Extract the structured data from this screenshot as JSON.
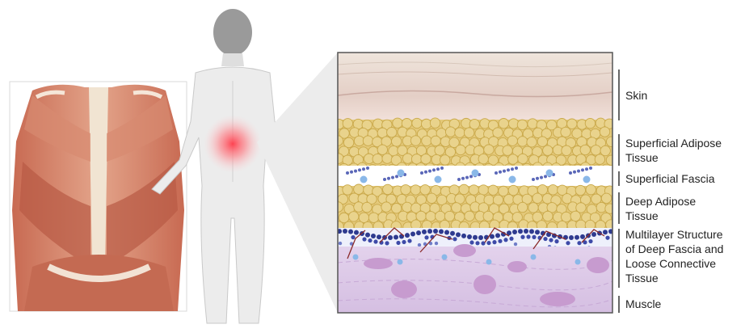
{
  "layer_labels": [
    {
      "id": "skin",
      "lines": [
        "Skin"
      ]
    },
    {
      "id": "superficial-adipose",
      "lines": [
        "Superficial Adipose",
        "Tissue"
      ]
    },
    {
      "id": "superficial-fascia",
      "lines": [
        "Superficial Fascia"
      ]
    },
    {
      "id": "deep-adipose",
      "lines": [
        "Deep Adipose",
        "Tissue"
      ]
    },
    {
      "id": "deep-fascia",
      "lines": [
        "Multilayer Structure",
        "of Deep Fascia and",
        "Loose Connective",
        "Tissue"
      ]
    },
    {
      "id": "muscle",
      "lines": [
        "Muscle"
      ]
    }
  ],
  "colors": {
    "skin_outer": "#ece1d8",
    "skin_inner": "#f3e2dc",
    "adipose": "#e9d38c",
    "adipose_edge": "#c9a84a",
    "fascia_dot": "#2e3a8f",
    "fascia_light_dot": "#8ab8e8",
    "muscle": "#dcc7e6",
    "muscle_blob": "#c79bcf",
    "vessel": "#8a2a2a",
    "body_silhouette": "#e8e8e8",
    "head": "#9a9a9a",
    "pain": "#f0606a"
  },
  "icons": {
    "anatomy_back": "back-muscles-illustration",
    "human_figure": "human-back-view-figure",
    "pain_marker": "lower-back-pain-marker",
    "magnifier": "magnified-tissue-callout"
  }
}
